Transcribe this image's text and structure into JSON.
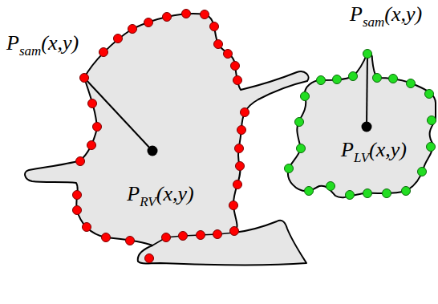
{
  "diagram": {
    "nodes": [
      {
        "text": [
          "PRV(x,y)"
        ]
      },
      {
        "text": [
          "PLV(x,y)"
        ]
      }
    ],
    "labels": [
      "Psam(x,y)",
      "Psam(x,y)"
    ]
  }
}
